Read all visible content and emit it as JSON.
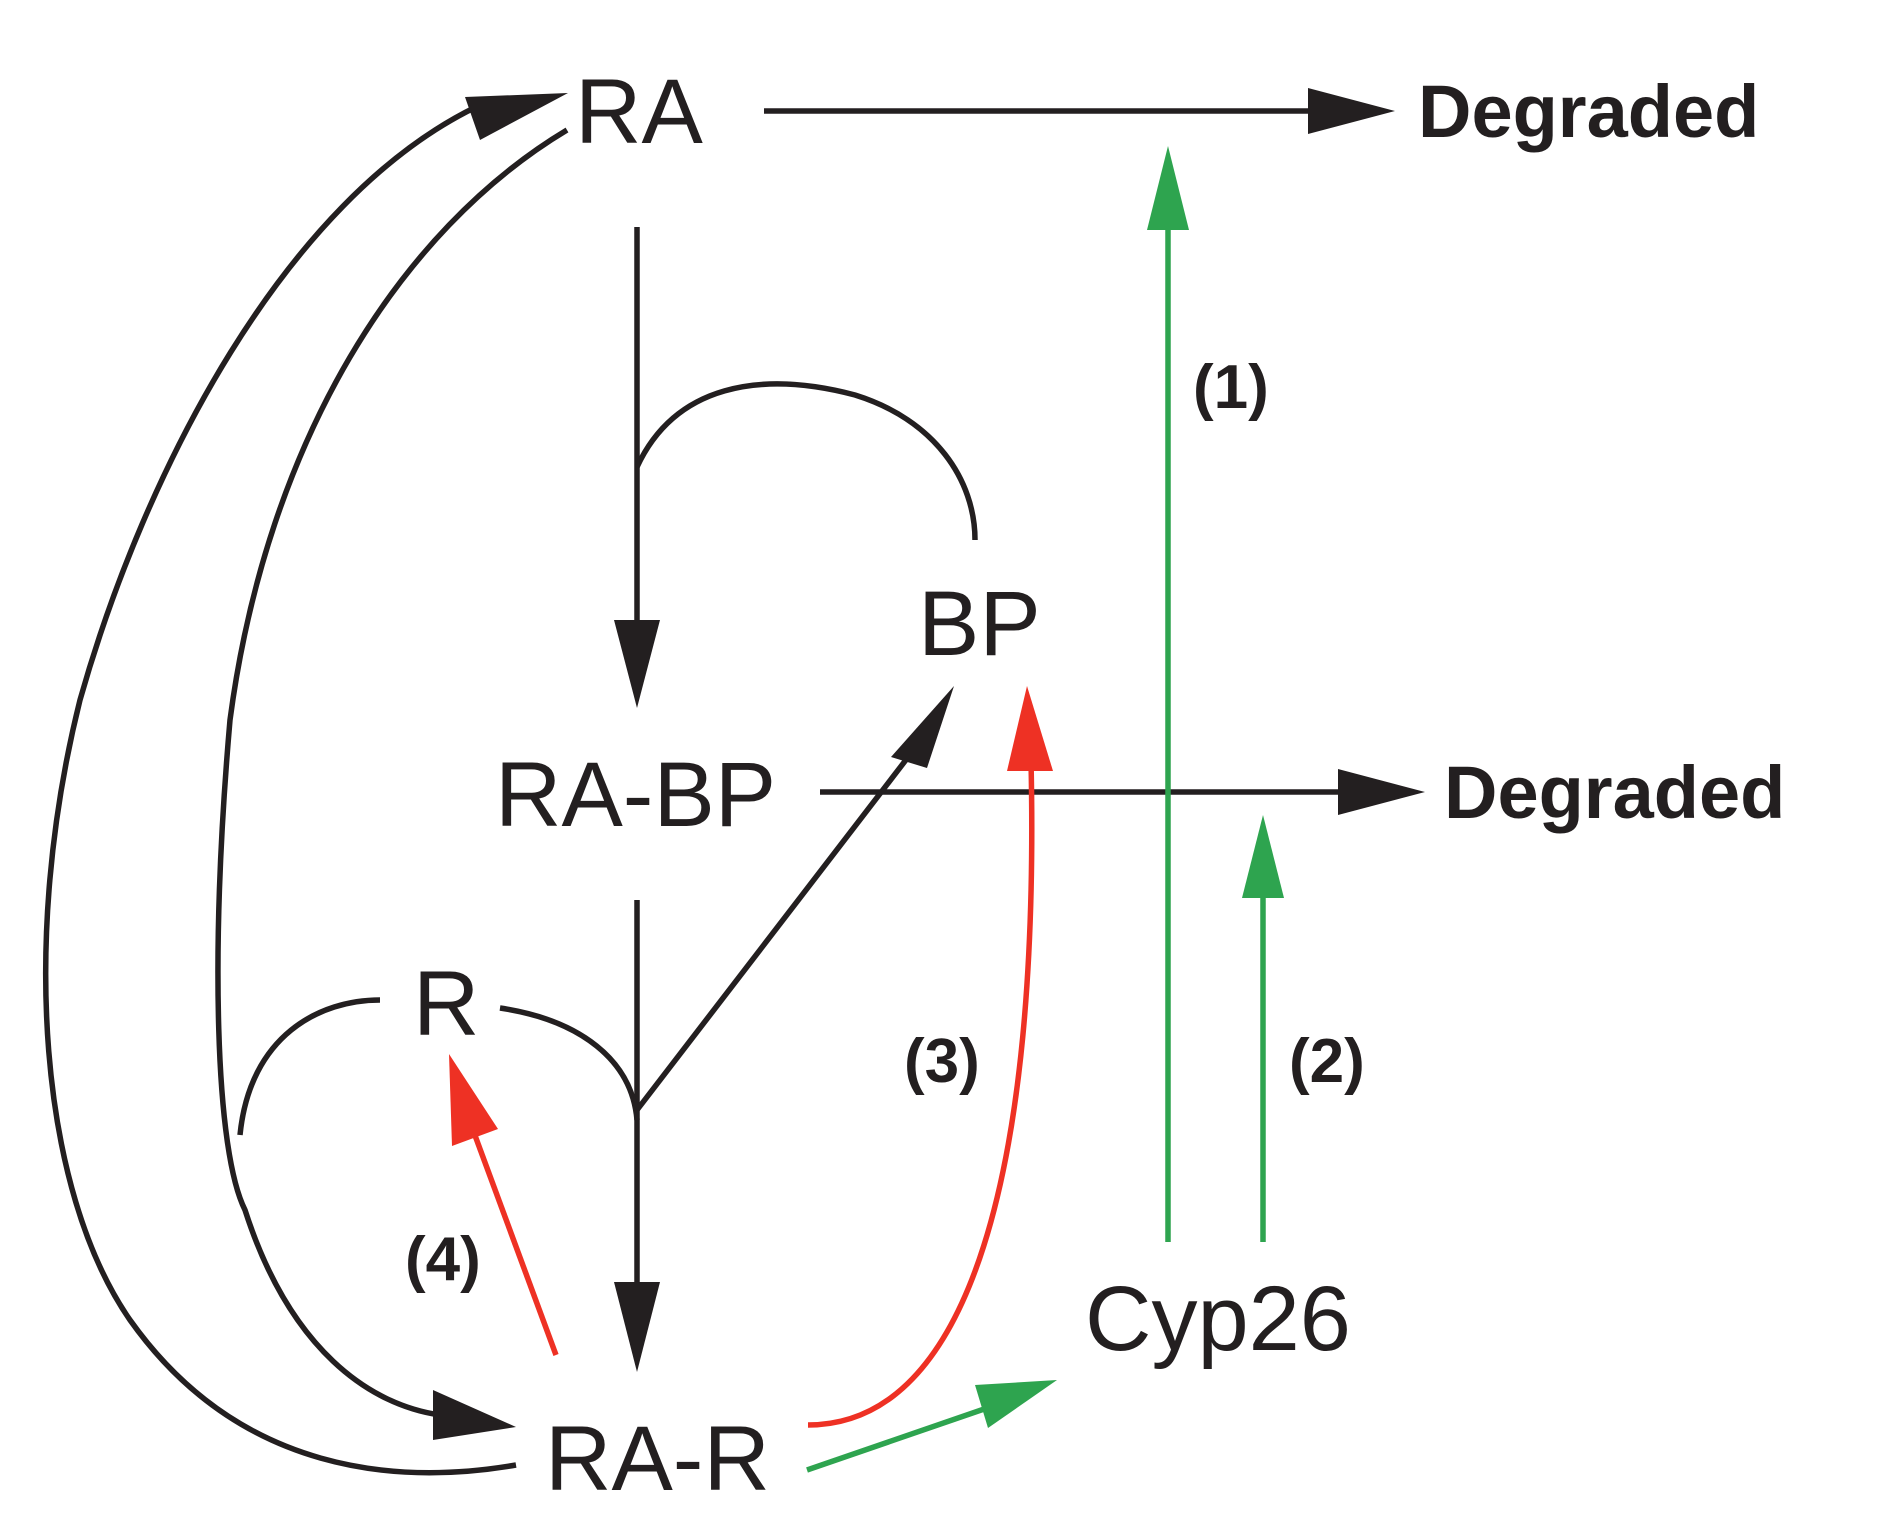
{
  "nodes": {
    "ra": "RA",
    "ra_bp": "RA-BP",
    "bp": "BP",
    "r": "R",
    "ra_r": "RA-R",
    "cyp26": "Cyp26"
  },
  "outcomes": {
    "degraded_top": "Degraded",
    "degraded_middle": "Degraded"
  },
  "steps": {
    "one": "(1)",
    "two": "(2)",
    "three": "(3)",
    "four": "(4)"
  },
  "colors": {
    "black": "#231f20",
    "red": "#ee3124",
    "green": "#2ea44f"
  }
}
